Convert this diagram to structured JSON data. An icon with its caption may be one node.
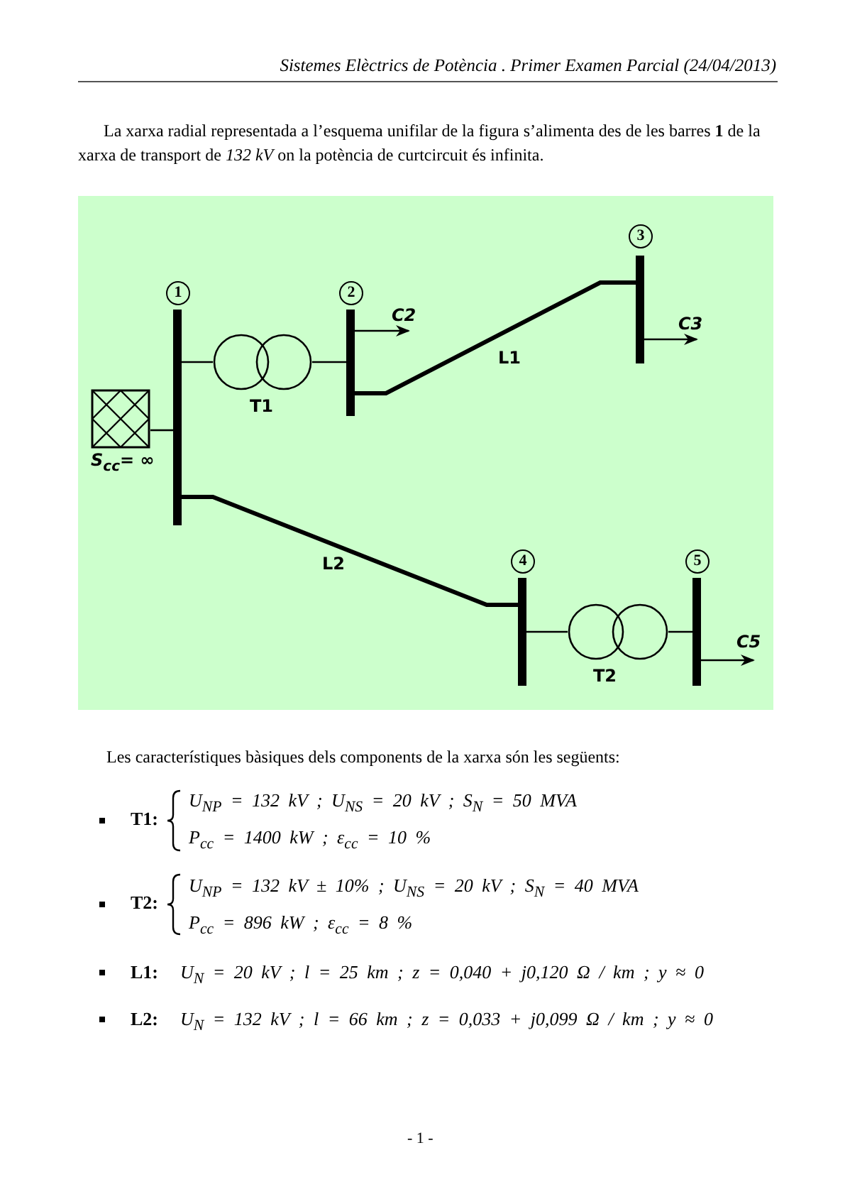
{
  "diagram": {
    "title": "Sistemes Elèctrics de Potència . Primer Examen Parcial (24/04/2013)",
    "nodes": [
      {
        "text": [],
        "shape": "box",
        "beside": [
          "S$_{cc}$= ∞"
        ]
      },
      {
        "text": [
          "1"
        ]
      },
      {
        "text": [],
        "shape": "circle",
        "beside": [
          "T1"
        ]
      },
      {
        "text": [
          "2"
        ]
      },
      {
        "text": [
          "3"
        ]
      },
      {
        "text": [
          "4"
        ]
      },
      {
        "text": [],
        "shape": "circle",
        "beside": [
          "T2"
        ]
      },
      {
        "text": [
          "5"
        ]
      }
    ],
    "edges": [
      {
        "from": 0,
        "to": 1,
        "arrow": "none"
      },
      {
        "from": 1,
        "to": 2,
        "arrow": "none"
      },
      {
        "from": 2,
        "to": 3,
        "arrow": "none"
      },
      {
        "from": 3,
        "to": 4,
        "arrow": "none",
        "label": "L1",
        "style": "thick"
      },
      {
        "from": 1,
        "to": 5,
        "arrow": "none",
        "label": "L2",
        "style": "thick"
      },
      {
        "from": 5,
        "to": 6,
        "arrow": "none"
      },
      {
        "from": 6,
        "to": 7,
        "arrow": "none"
      },
      {
        "from": 3,
        "to": null,
        "arrow": "to",
        "label": "C2"
      },
      {
        "from": 4,
        "to": null,
        "arrow": "to",
        "label": "C3"
      },
      {
        "from": 7,
        "to": null,
        "arrow": "to",
        "label": "C5"
      }
    ],
    "labels": [
      "La xarxa radial representada a l’esquema unifilar de la figura s’alimenta des de les barres **1** de la xarxa de transport de *132 kV* on la potència de curtcircuit és infinita.",
      "Les característiques bàsiques dels components de la xarxa són les següents:",
      "T1:",
      "U$_{NP}$ = 132 kV ; U$_{NS}$ = 20 kV ; S$_{N}$ = 50 MVA",
      "P$_{cc}$ = 1400 kW ; ε$_{cc}$ = 10 %",
      "T2:",
      "U$_{NP}$ = 132 kV ± 10% ; U$_{NS}$ = 20 kV ; S$_{N}$ = 40 MVA",
      "P$_{cc}$ = 896 kW ; ε$_{cc}$ = 8 %",
      "L1:",
      "U$_{N}$ = 20 kV ; l = 25 km ; z = 0,040 + j0,120 Ω / km ; y ≈ 0",
      "L2:",
      "U$_{N}$ = 132 kV ; l = 66 km ; z = 0,033 + j0,099 Ω / km ; y ≈ 0",
      "- 1 -"
    ]
  }
}
